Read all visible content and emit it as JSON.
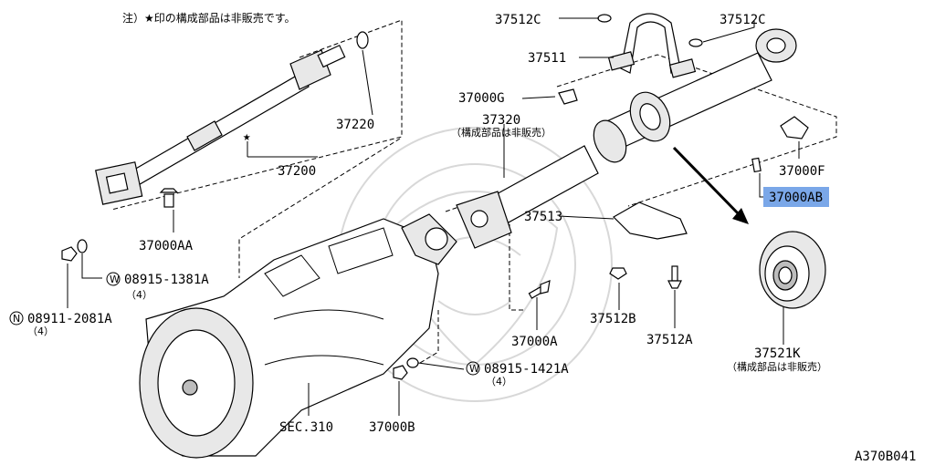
{
  "note": "注）★印の構成部品は非販売です。",
  "diagram_code": "A370B041",
  "labels": {
    "p37512C_a": "37512C",
    "p37512C_b": "37512C",
    "p37511": "37511",
    "p37000G": "37000G",
    "p37320": "37320",
    "p37320_sub": "（構成部品は非販売）",
    "p37220": "37220",
    "p37200": "37200",
    "star": "★",
    "p37000F": "37000F",
    "p37000AB": "37000AB",
    "p37000AA": "37000AA",
    "w1381_circ": "W",
    "w1381": "08915-1381A",
    "w1381_qty": "（4）",
    "n2081_circ": "N",
    "n2081": "08911-2081A",
    "n2081_qty": "（4）",
    "p37513": "37513",
    "p37512B": "37512B",
    "p37512A": "37512A",
    "p37000A": "37000A",
    "w1421_circ": "W",
    "w1421": "08915-1421A",
    "w1421_qty": "（4）",
    "p37521K": "37521K",
    "p37521K_sub": "（構成部品は非販売）",
    "sec310": "SEC.310",
    "p37000B": "37000B"
  },
  "colors": {
    "highlight": "#7aa7e8"
  }
}
